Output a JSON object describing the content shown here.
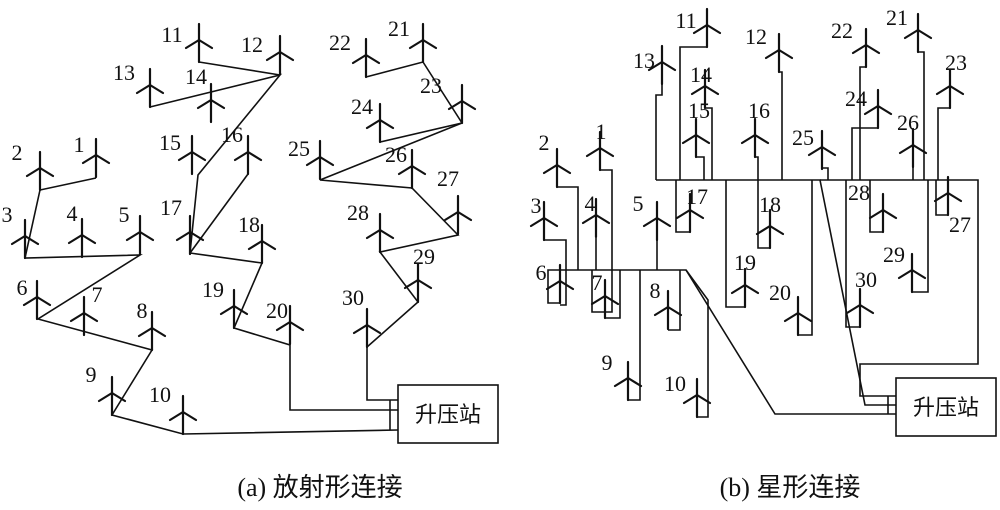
{
  "diagrams": [
    {
      "id": "radial",
      "caption": "(a)  放射形连接",
      "substation_label": "升压站",
      "turbine_labels": [
        "1",
        "2",
        "3",
        "4",
        "5",
        "6",
        "7",
        "8",
        "9",
        "10",
        "11",
        "12",
        "13",
        "14",
        "15",
        "16",
        "17",
        "18",
        "19",
        "20",
        "21",
        "22",
        "23",
        "24",
        "25",
        "26",
        "27",
        "28",
        "29",
        "30"
      ]
    },
    {
      "id": "star",
      "caption": "(b)  星形连接",
      "substation_label": "升压站",
      "turbine_labels": [
        "1",
        "2",
        "3",
        "4",
        "5",
        "6",
        "7",
        "8",
        "9",
        "10",
        "11",
        "12",
        "13",
        "14",
        "15",
        "16",
        "17",
        "18",
        "19",
        "20",
        "21",
        "22",
        "23",
        "24",
        "25",
        "26",
        "27",
        "28",
        "29",
        "30"
      ]
    }
  ]
}
